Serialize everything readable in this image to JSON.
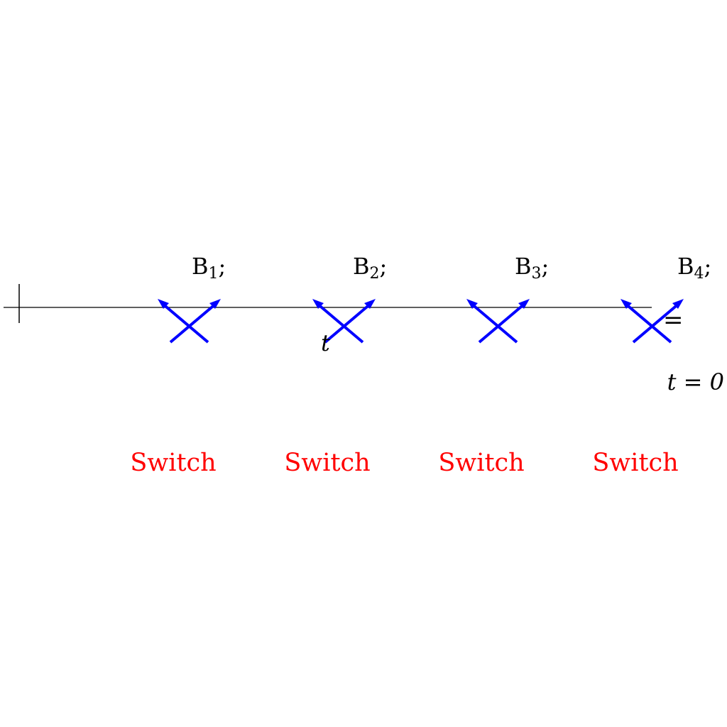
{
  "diagram": {
    "line_color": "#000000",
    "arrow_color": "#0000ff",
    "switch_label_color": "#ff0000",
    "blocks": [
      {
        "label": "B",
        "subscript": "1",
        "suffix": ";",
        "switch_label": "Switch"
      },
      {
        "label": "B",
        "subscript": "2",
        "suffix": ";",
        "switch_label": "Switch"
      },
      {
        "label": "B",
        "subscript": "3",
        "suffix": ";",
        "switch_label": "Switch"
      },
      {
        "label": "B",
        "subscript": "4",
        "suffix": ";",
        "switch_label": "Switch"
      }
    ],
    "t_label": "t",
    "equals_sign": "=",
    "t_zero_label": "t = 0"
  }
}
